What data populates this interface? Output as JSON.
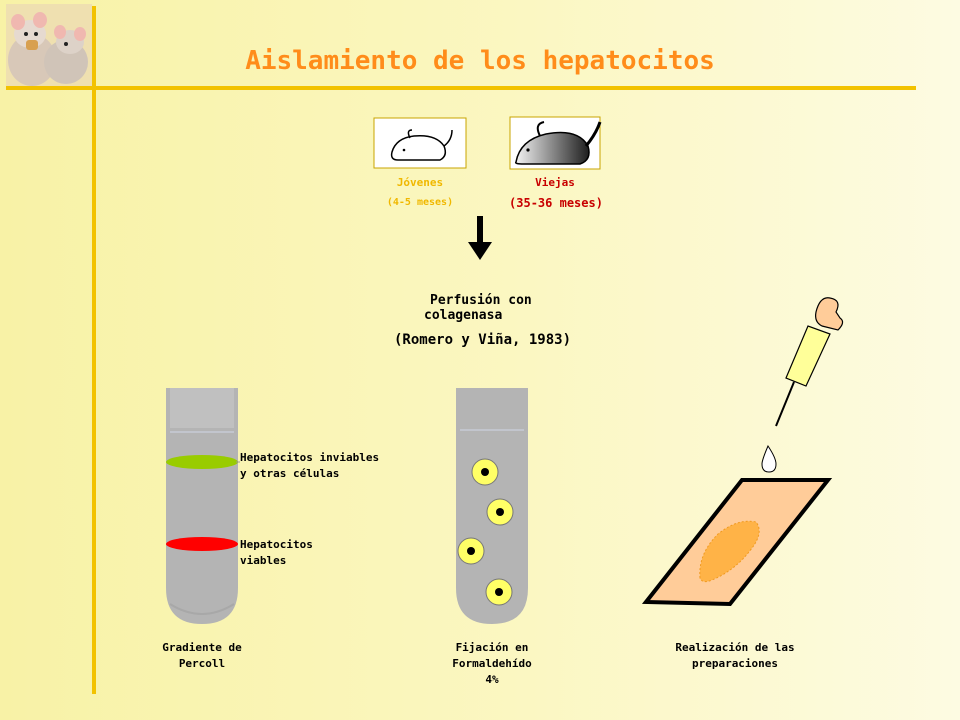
{
  "title": "Aislamiento de los hepatocitos",
  "groups": {
    "young": {
      "label": "Jóvenes",
      "age": "(4-5 meses)",
      "color": "#f0b800"
    },
    "old": {
      "label": "Viejas",
      "age": "(35-36 meses)",
      "color": "#c80000"
    }
  },
  "perfusion": {
    "line1": "Perfusión con",
    "line2": "colagenasa",
    "ref": "(Romero y Viña, 1983)"
  },
  "tube1": {
    "band_top_label": [
      "Hepatocitos inviables",
      "y otras células"
    ],
    "band_bottom_label": [
      "Hepatocitos",
      "viables"
    ],
    "caption": [
      "Gradiente de",
      "Percoll"
    ],
    "band_top_color": "#99cc00",
    "band_bottom_color": "#ff0000"
  },
  "tube2": {
    "caption": [
      "Fijación en",
      "Formaldehído",
      "4%"
    ]
  },
  "slide_prep": {
    "caption": [
      "Realización de las",
      "preparaciones"
    ]
  },
  "colors": {
    "accent_line": "#f2c200",
    "title": "#ff8c1a",
    "tube": "#b4b4b4",
    "cell": "#ffff66",
    "slide": "#ffcc99",
    "tissue": "#ffb347"
  }
}
